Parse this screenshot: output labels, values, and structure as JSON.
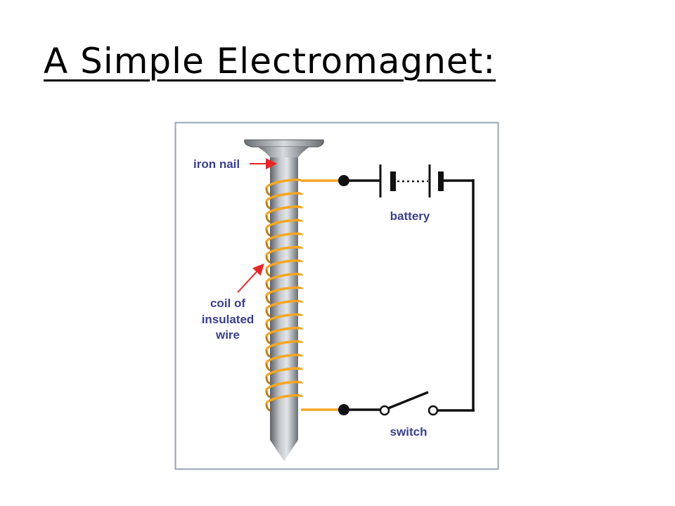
{
  "slide": {
    "title": "A Simple Electromagnet:"
  },
  "diagram": {
    "labels": {
      "iron_nail": "iron nail",
      "coil_line1": "coil of",
      "coil_line2": "insulated",
      "coil_line3": "wire",
      "battery": "battery",
      "switch": "switch"
    },
    "colors": {
      "label": "#3a3f8f",
      "arrow": "#e8262a",
      "coil": "#f5a623",
      "wire": "#111111",
      "frame": "#9aa5b1"
    }
  }
}
